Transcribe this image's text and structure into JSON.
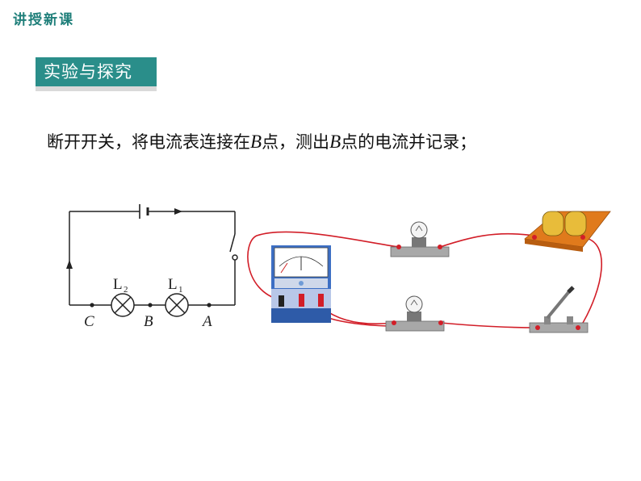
{
  "header": {
    "title": "讲授新课"
  },
  "section": {
    "label": "实验与探究"
  },
  "instruction": {
    "part1": "断开开关，将电流表连接在",
    "point1": "B",
    "part2": "点，测出",
    "point2": "B",
    "part3": "点的电流并记录；"
  },
  "schematic": {
    "lamp2": {
      "letter": "L",
      "sub": "2"
    },
    "lamp1": {
      "letter": "L",
      "sub": "1"
    },
    "points": [
      "C",
      "B",
      "A"
    ]
  },
  "colors": {
    "teal": "#2a8e8a",
    "wire_red": "#d21e28",
    "ammeter_blue": "#3d6fc4"
  },
  "icons": [
    "battery-icon",
    "switch-icon",
    "lamp-icon",
    "ammeter-icon",
    "knife-switch-icon",
    "battery-holder-icon"
  ]
}
